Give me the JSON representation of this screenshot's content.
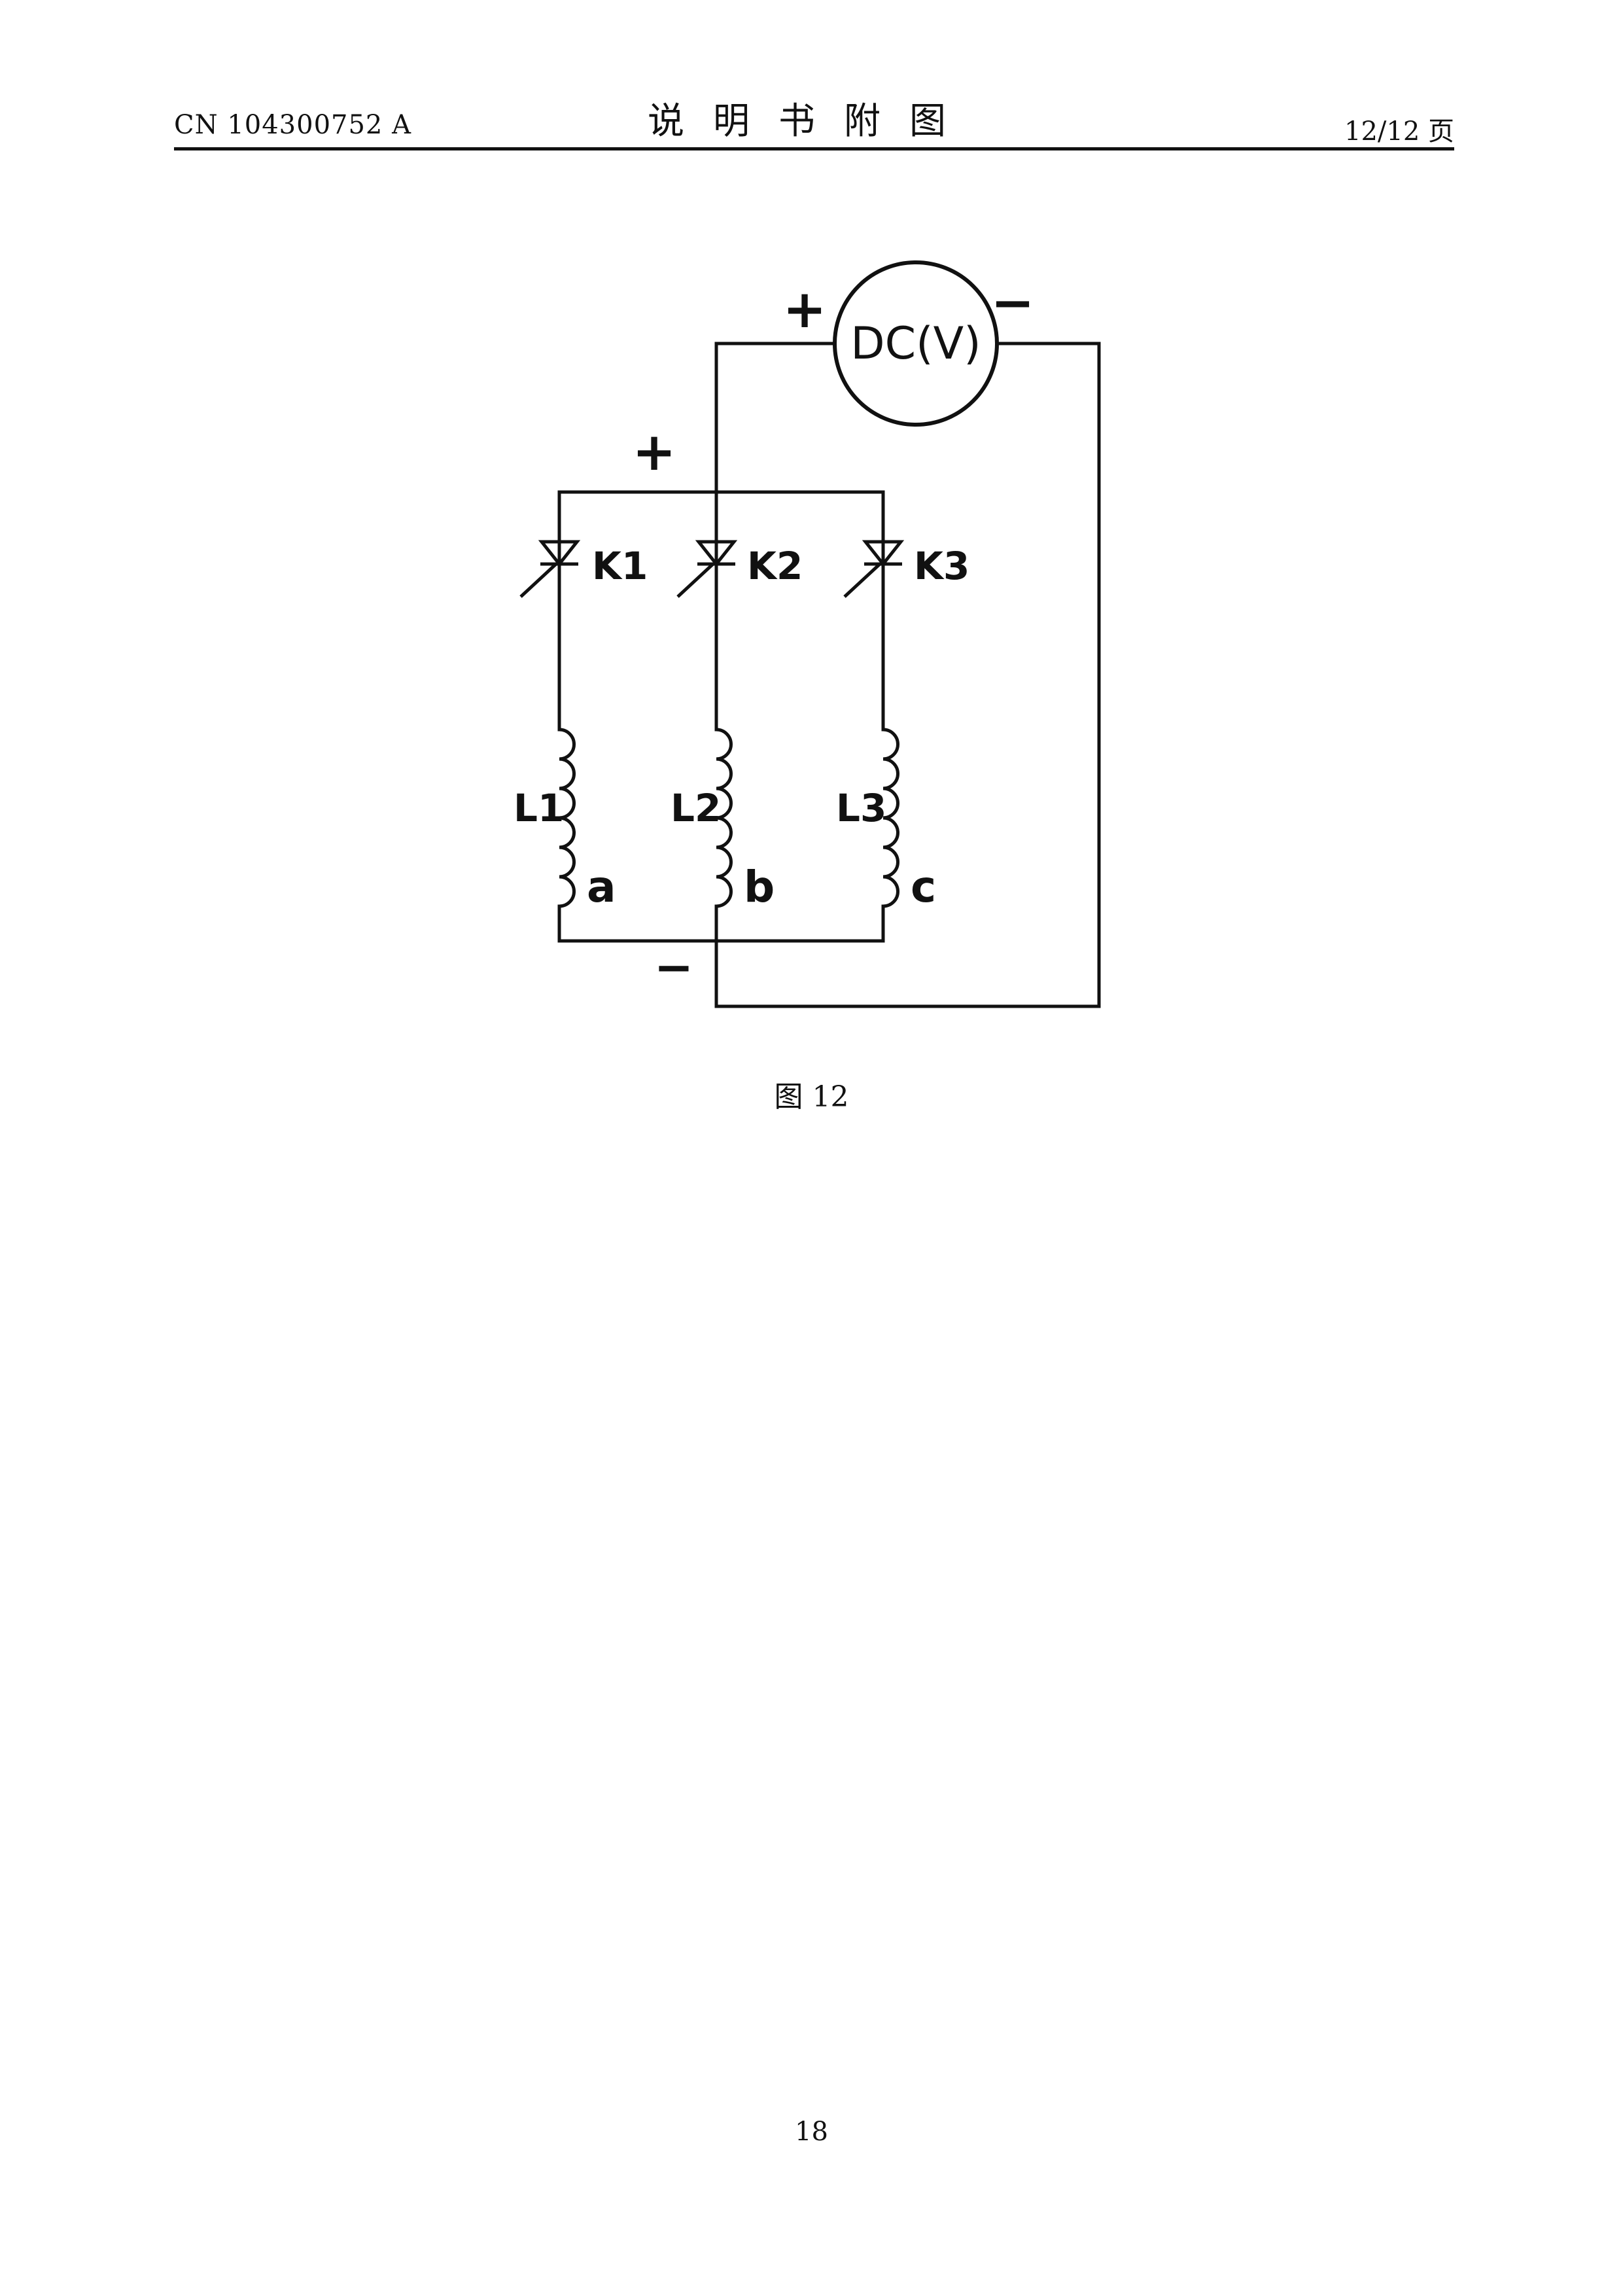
{
  "header": {
    "patent_number": "CN 104300752 A",
    "section_title": "说明书附图",
    "page_count": "12/12 页"
  },
  "diagram": {
    "meter_label": "DC(V)",
    "meter_plus": "+",
    "meter_minus": "−",
    "bus_plus": "+",
    "bus_minus": "−",
    "switches": [
      "K1",
      "K2",
      "K3"
    ],
    "coils": [
      "L1",
      "L2",
      "L3"
    ],
    "coil_ends": [
      "a",
      "b",
      "c"
    ]
  },
  "caption": "图 12",
  "page_number": "18"
}
